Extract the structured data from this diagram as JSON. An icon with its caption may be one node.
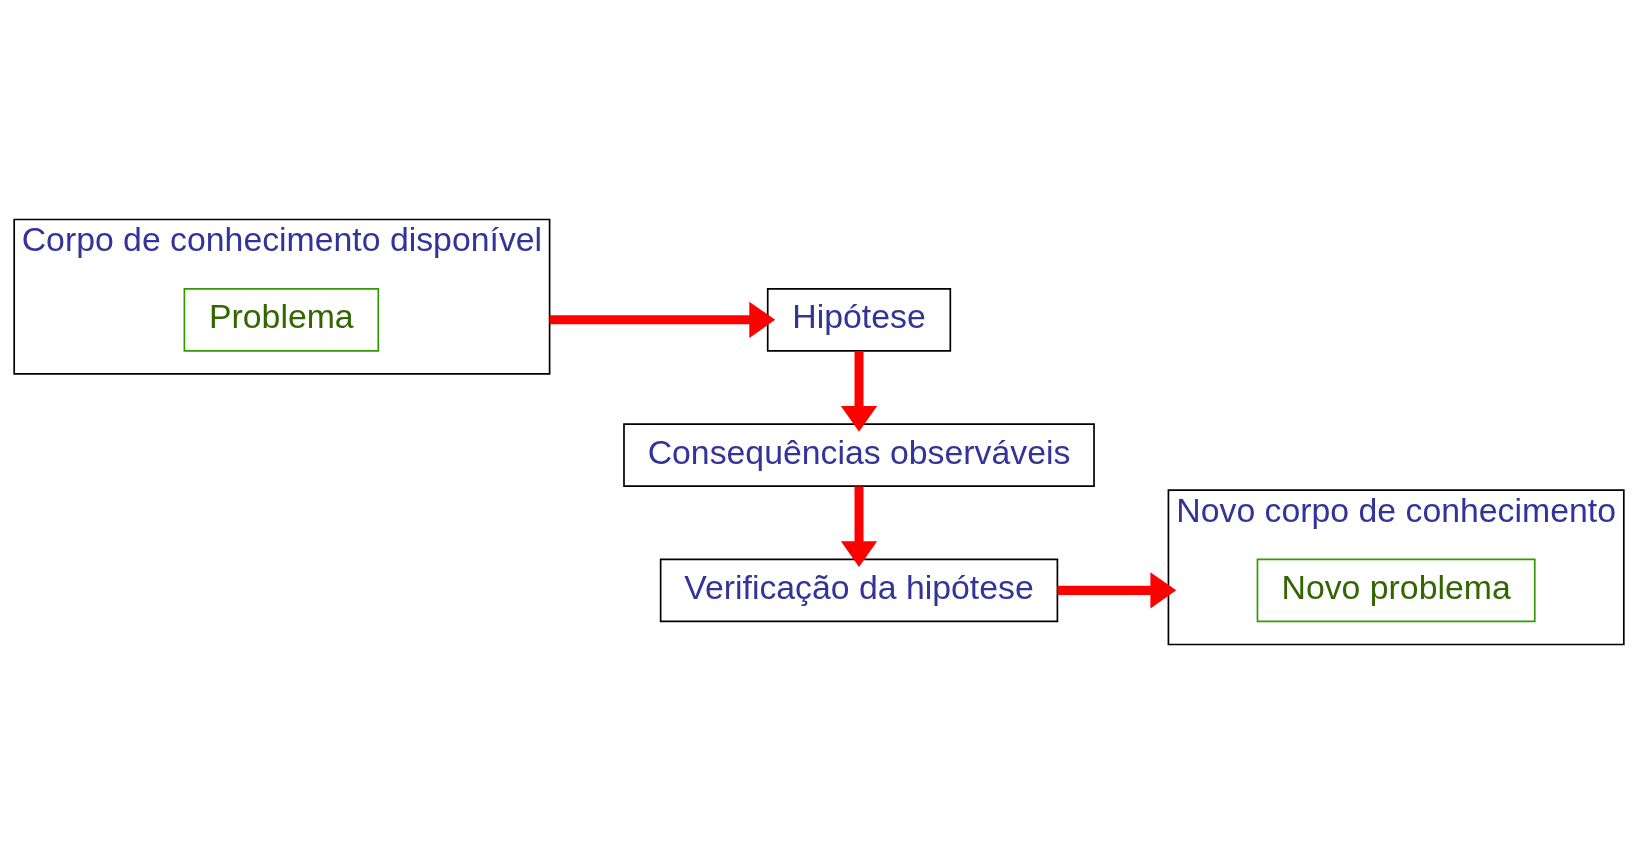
{
  "diagram": {
    "nodes": [
      {
        "text": [
          "Corpo de conhecimento disponível"
        ]
      },
      {
        "text": [
          "Problema"
        ],
        "in": 0
      },
      {
        "text": [
          "Hipótese"
        ]
      },
      {
        "text": [
          "Consequências observáveis"
        ]
      },
      {
        "text": [
          "Verificação da hipótese"
        ]
      },
      {
        "text": [
          "Novo corpo de conhecimento"
        ]
      },
      {
        "text": [
          "Novo problema"
        ],
        "in": 5
      }
    ],
    "edges": [
      {
        "from": 0,
        "to": 2,
        "arrow": "to"
      },
      {
        "from": 2,
        "to": 3,
        "arrow": "to"
      },
      {
        "from": 3,
        "to": 4,
        "arrow": "to"
      },
      {
        "from": 4,
        "to": 5,
        "arrow": "to"
      }
    ]
  }
}
